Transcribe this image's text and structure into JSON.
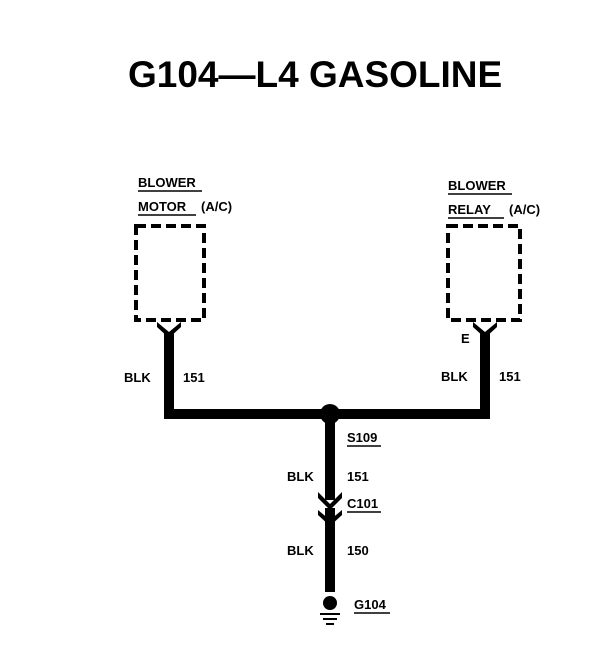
{
  "title": "G104—L4 GASOLINE",
  "components": {
    "blower_motor": {
      "line1": "BLOWER",
      "line2": "MOTOR",
      "qualifier": "(A/C)"
    },
    "blower_relay": {
      "line1": "BLOWER",
      "line2": "RELAY",
      "qualifier": "(A/C)",
      "terminal": "E"
    }
  },
  "wires": {
    "left_color": "BLK",
    "left_circuit": "151",
    "right_color": "BLK",
    "right_circuit": "151",
    "mid_color": "BLK",
    "mid_circuit": "151",
    "low_color": "BLK",
    "low_circuit": "150"
  },
  "splice": "S109",
  "connector": "C101",
  "ground": "G104"
}
